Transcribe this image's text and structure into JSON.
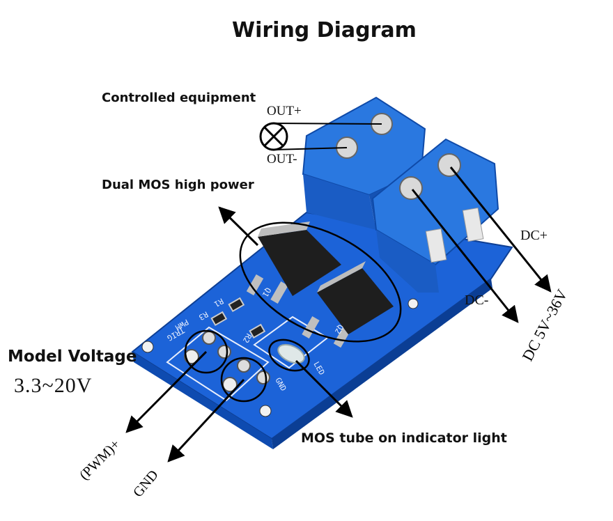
{
  "title": "Wiring Diagram",
  "labels": {
    "controlled_equipment": "Controlled equipment",
    "out_plus": "OUT+",
    "out_minus": "OUT-",
    "dual_mos": "Dual MOS high power",
    "dc_plus": "DC+",
    "dc_minus": "DC-",
    "dc_range": "DC 5V~36V",
    "model_voltage": "Model Voltage",
    "model_voltage_value": "3.3~20V",
    "pwm": "(PWM)+",
    "gnd": "GND",
    "mos_indicator": "MOS tube on indicator light"
  },
  "board_silkscreen": {
    "r1": "R1",
    "r3": "R3",
    "r2": "R2",
    "q1": "Q1",
    "q2": "Q2",
    "trig": "TRIG",
    "pwm": "PWM",
    "gnd": "GND",
    "led": "LED"
  },
  "colors": {
    "board": "#1c63d8",
    "terminal": "#2a78e0",
    "mosfet": "#1a1a1a",
    "arrow": "#000000"
  }
}
